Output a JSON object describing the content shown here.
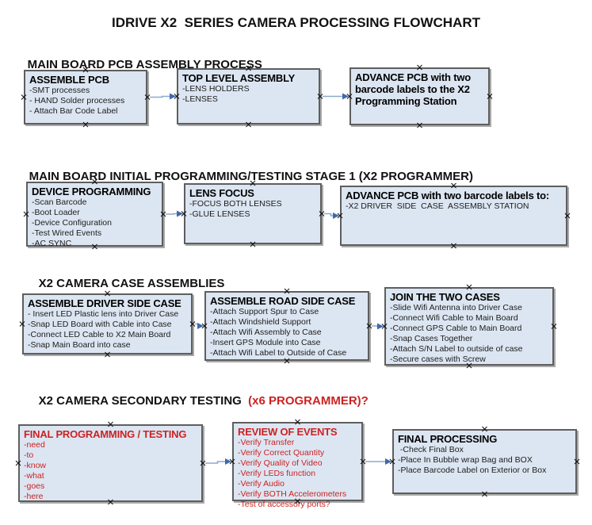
{
  "title": "IDRIVE X2  SERIES CAMERA PROCESSING FLOWCHART",
  "colors": {
    "box_fill": "#dce6f2",
    "box_border": "#5e5e5e",
    "arrow_line": "#8da9cd",
    "arrow_head": "#4069aa",
    "connection_mark": "#141414",
    "red_text": "#cc2222",
    "heading_text": "#111111"
  },
  "sections": [
    {
      "heading": "MAIN BOARD PCB ASSEMBLY PROCESS",
      "boxes": [
        {
          "title": "ASSEMBLE PCB",
          "lines": [
            "-SMT processes",
            "- HAND Solder processes",
            "- Attach Bar Code Label"
          ]
        },
        {
          "title": "TOP LEVEL ASSEMBLY",
          "lines": [
            "-LENS HOLDERS",
            "-LENSES"
          ]
        },
        {
          "title": "ADVANCE PCB with two barcode labels to the  X2 Programming Station",
          "lines": []
        }
      ]
    },
    {
      "heading": "MAIN BOARD INITIAL PROGRAMMING/TESTING STAGE 1 (X2 PROGRAMMER)",
      "boxes": [
        {
          "title": "DEVICE PROGRAMMING",
          "lines": [
            "-Scan Barcode",
            "-Boot Loader",
            "-Device Configuration",
            "-Test Wired Events",
            "-AC SYNC"
          ]
        },
        {
          "title": "LENS FOCUS",
          "lines": [
            "-FOCUS BOTH LENSES",
            "-GLUE LENSES"
          ]
        },
        {
          "title": "ADVANCE PCB with two barcode labels to:",
          "lines": [
            "-X2 DRIVER  SIDE  CASE  ASSEMBLY STATION"
          ]
        }
      ]
    },
    {
      "heading": "X2 CAMERA CASE ASSEMBLIES",
      "boxes": [
        {
          "title": "ASSEMBLE DRIVER SIDE CASE",
          "lines": [
            "- Insert LED Plastic lens into Driver Case",
            "-Snap LED Board with Cable into Case",
            "-Connect LED Cable to X2 Main Board",
            "-Snap Main Board into case"
          ]
        },
        {
          "title": "ASSEMBLE ROAD SIDE CASE",
          "lines": [
            "-Attach Support Spur to Case",
            "-Attach Windshield Support",
            "-Attach Wifi Assembly to Case",
            "-Insert GPS Module into Case",
            "-Attach Wifi Label to Outside of Case"
          ]
        },
        {
          "title": "JOIN THE TWO CASES",
          "lines": [
            "-Slide Wifi Antenna into Driver Case",
            "-Connect Wifi Cable to Main Board",
            "-Connect GPS Cable to Main Board",
            "-Snap Cases Together",
            "-Attach S/N Label to outside of case",
            "-Secure cases with Screw"
          ]
        }
      ]
    },
    {
      "heading": "X2 CAMERA SECONDARY TESTING ",
      "heading_red": " (x6 PROGRAMMER)?",
      "boxes": [
        {
          "title": "FINAL PROGRAMMING / TESTING",
          "lines": [
            "-need",
            "-to",
            "-know",
            "-what",
            "-goes",
            "-here"
          ]
        },
        {
          "title": "REVIEW OF EVENTS",
          "lines": [
            "-Verify Transfer",
            "-Verify Correct Quantity",
            "-Verify Quality of Video",
            "-Verify LEDs function",
            "-Verify Audio",
            "-Verify BOTH Accelerometers",
            "-Test of accessory ports?"
          ]
        },
        {
          "title": "FINAL PROCESSING",
          "lines": [
            " -Check Final Box",
            "-Place In Bubble wrap Bag and BOX",
            "-Place Barcode Label on Exterior or Box"
          ]
        }
      ]
    }
  ],
  "connections": [
    [
      "box-assemble-pcb",
      "box-top-level-assembly"
    ],
    [
      "box-top-level-assembly",
      "box-advance-pcb-prog-station"
    ],
    [
      "box-device-programming",
      "box-lens-focus"
    ],
    [
      "box-lens-focus",
      "box-advance-pcb-driver-side"
    ],
    [
      "box-assemble-driver-side-case",
      "box-assemble-road-side-case"
    ],
    [
      "box-assemble-road-side-case",
      "box-join-the-two-cases"
    ],
    [
      "box-final-programming-testing",
      "box-review-of-events"
    ],
    [
      "box-review-of-events",
      "box-final-processing"
    ]
  ]
}
